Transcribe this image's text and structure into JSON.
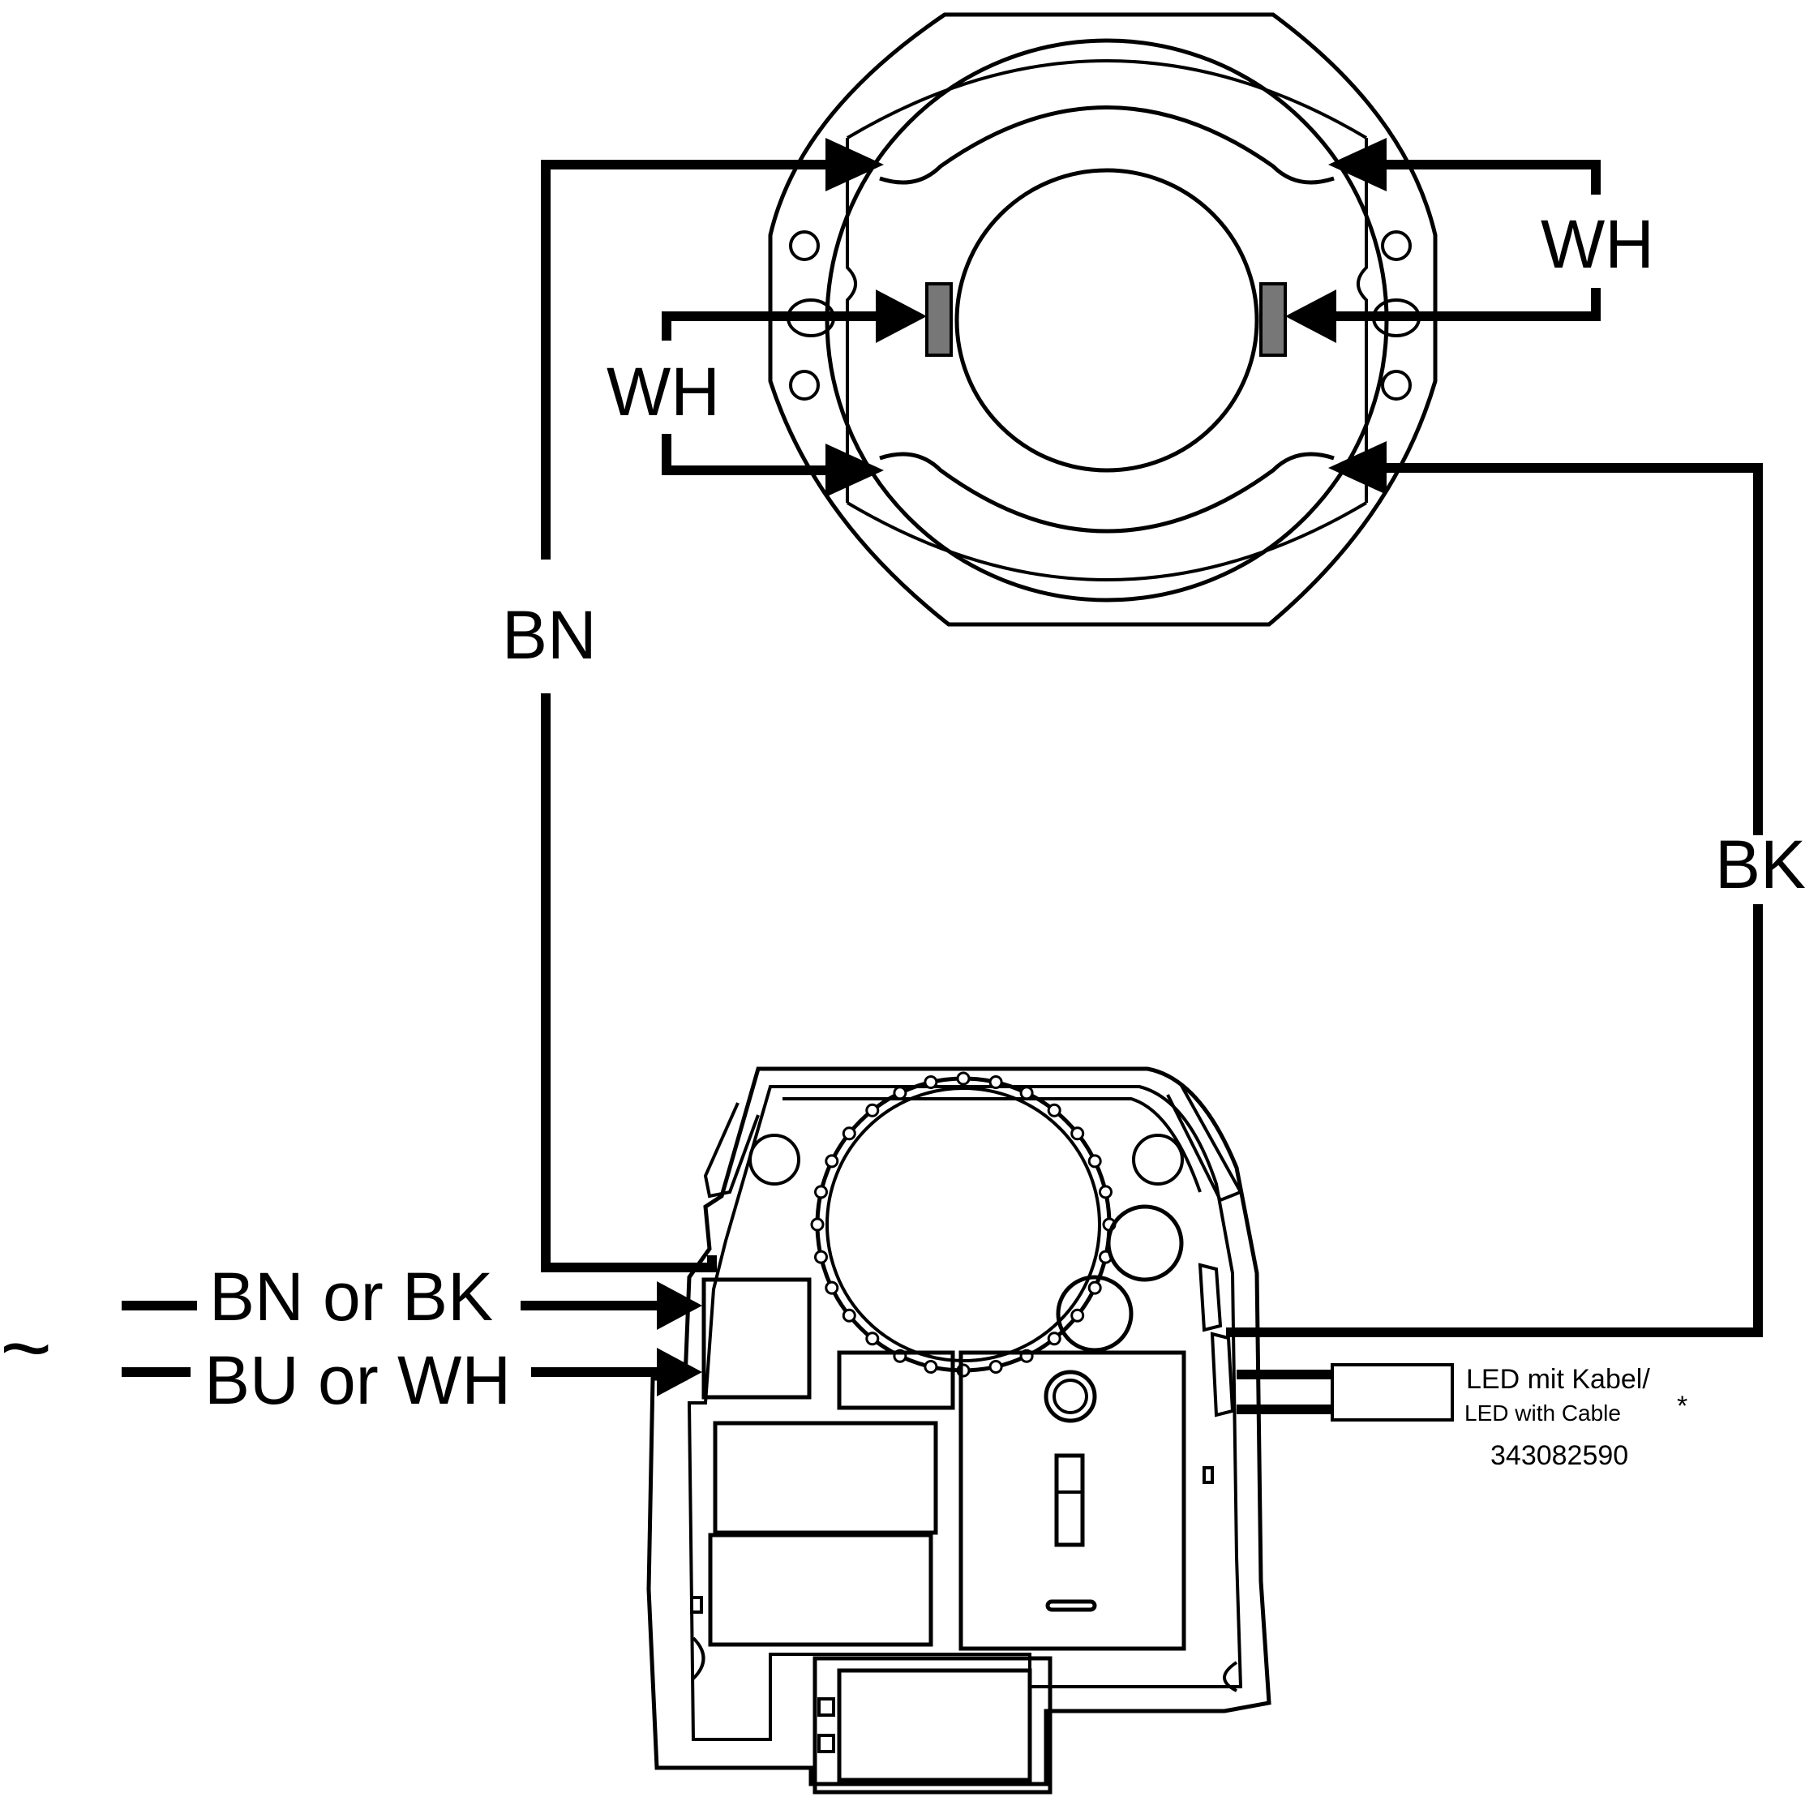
{
  "labels": {
    "wh_right": "WH",
    "wh_left": "WH",
    "bn": "BN",
    "bk": "BK",
    "supply_top": "BN or BK",
    "supply_bottom": "BU or WH",
    "tilde": "~",
    "led_de": "LED mit Kabel/",
    "led_en": "LED with Cable",
    "asterisk": "*",
    "part_number": "343082590"
  }
}
